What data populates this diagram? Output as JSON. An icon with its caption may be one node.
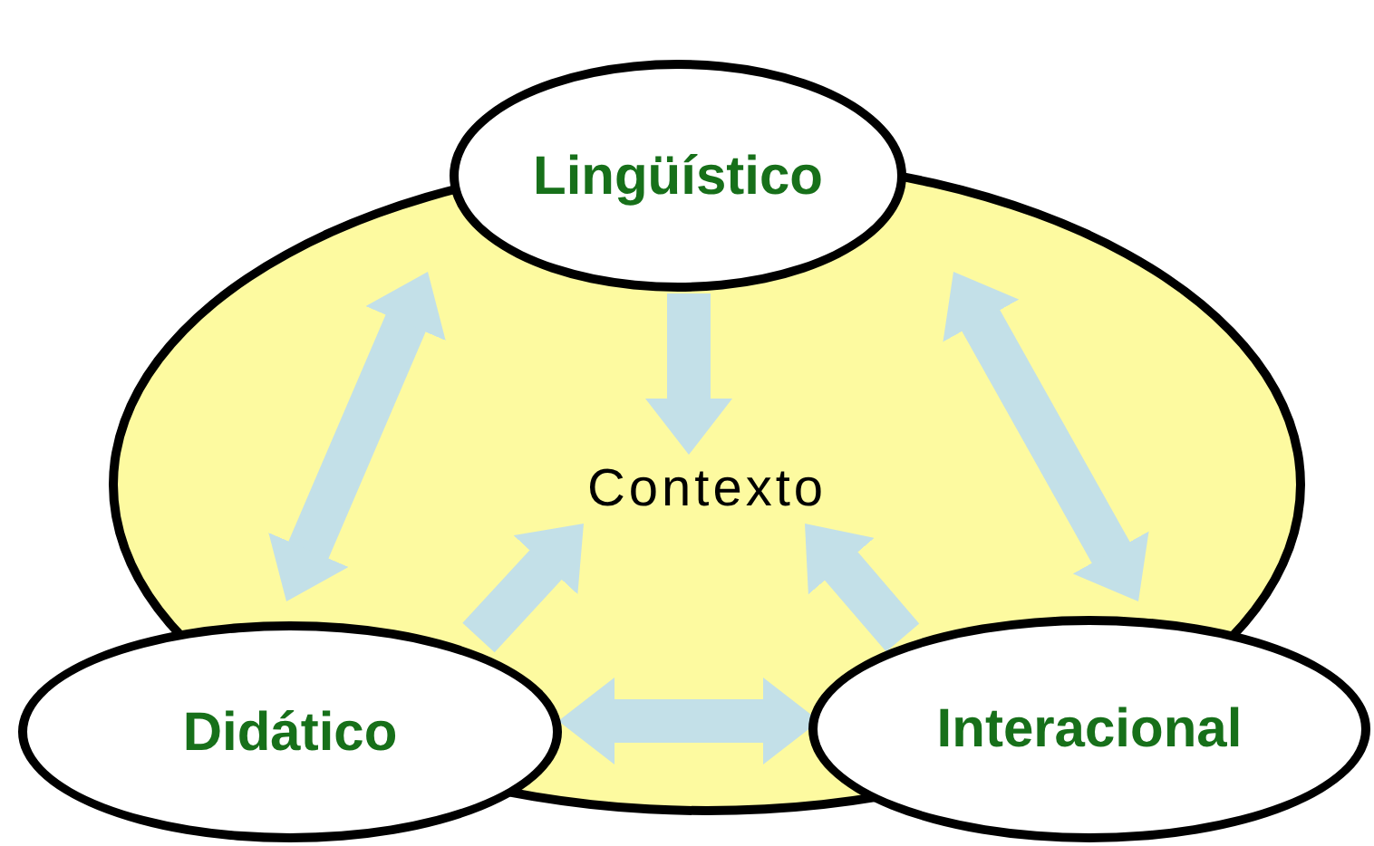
{
  "diagram": {
    "nodes": [
      {
        "text": [
          "Contexto"
        ]
      },
      {
        "text": [
          "Lingüístico"
        ]
      },
      {
        "text": [
          "Didático"
        ]
      },
      {
        "text": [
          "Interacional"
        ]
      }
    ],
    "edges": [
      {
        "from": 1,
        "to": 2,
        "arrow": "both"
      },
      {
        "from": 1,
        "to": 3,
        "arrow": "both"
      },
      {
        "from": 2,
        "to": 3,
        "arrow": "both"
      },
      {
        "from": 1,
        "to": 0,
        "arrow": "to"
      },
      {
        "from": 2,
        "to": 0,
        "arrow": "to"
      },
      {
        "from": 3,
        "to": 0,
        "arrow": "to"
      }
    ]
  }
}
